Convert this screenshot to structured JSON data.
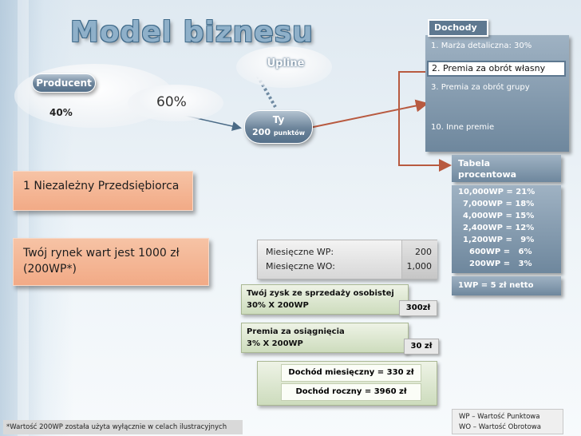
{
  "title": "Model biznesu",
  "producer": {
    "label": "Producent",
    "percent": "40%"
  },
  "arrow_label": "60%",
  "upline": "Upline",
  "you": {
    "label": "Ty",
    "points_value": "200",
    "points_unit": "punktów"
  },
  "income": {
    "header": "Dochody",
    "items": [
      "1. Marża detaliczna: 30%",
      "2. Premia za obrót własny",
      "3. Premia za obrót grupy",
      "10. Inne premie"
    ]
  },
  "table": {
    "header_line1": "Tabela",
    "header_line2": "procentowa",
    "rows": [
      "10,000WP = 21%",
      "7,000WP = 18%",
      "4,000WP = 15%",
      "2,400WP = 12%",
      "1,200WP =   9%",
      "600WP =   6%",
      "200WP =   3%"
    ],
    "footer": "1WP = 5 zł netto"
  },
  "entrepreneur": "1 Niezależny Przedsiębiorca",
  "market": {
    "line1": "Twój rynek wart jest 1000 zł",
    "line2": "(200WP*)"
  },
  "monthly": {
    "wp_label": "Miesięczne WP:",
    "wp_value": "200",
    "wo_label": "Miesięczne WO:",
    "wo_value": "1,000"
  },
  "profit": {
    "line1": "Twój zysk ze sprzedaży osobistej",
    "line2": "30% X 200WP",
    "value": "300zł"
  },
  "bonus": {
    "line1": "Premia za osiągnięcia",
    "line2": "3% X 200WP",
    "value": "30 zł"
  },
  "summary": {
    "monthly": "Dochód miesięczny = 330 zł",
    "yearly": "Dochód roczny = 3960 zł"
  },
  "footnote": "*Wartość 200WP została użyta wyłącznie w celach ilustracyjnych",
  "legend": {
    "wp": "WP – Wartość Punktowa",
    "wo": "WO – Wartość Obrotowa"
  }
}
